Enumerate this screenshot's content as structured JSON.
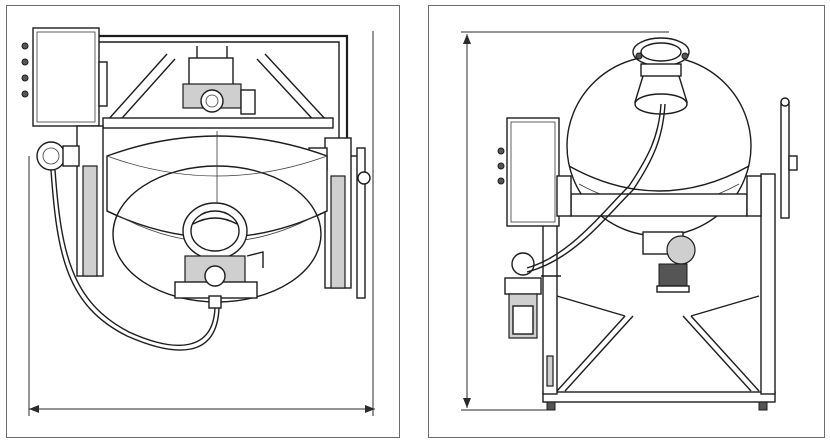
{
  "figure": {
    "panels": [
      {
        "id": "front-view",
        "view": "front"
      },
      {
        "id": "side-view",
        "view": "side"
      }
    ],
    "colors": {
      "line": "#1c1c1c",
      "border": "#6b6b6b",
      "shade": "#cfcfcf",
      "background": "#ffffff"
    }
  }
}
